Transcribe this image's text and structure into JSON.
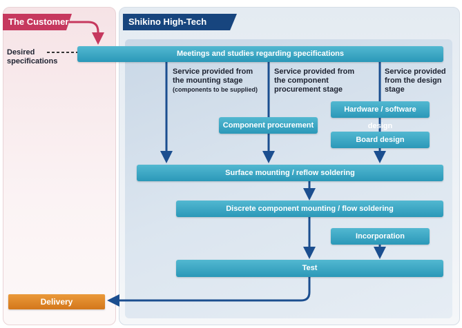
{
  "customer": {
    "title": "The Customer",
    "desired_line1": "Desired",
    "desired_line2": "specifications"
  },
  "shikino": {
    "title": "Shikino High-Tech"
  },
  "steps": {
    "meetings": "Meetings and studies regarding specifications",
    "component_procurement": "Component procurement",
    "hw_sw_design": "Hardware / software design",
    "board_design": "Board design",
    "surface_mounting": "Surface mounting / reflow soldering",
    "discrete_mounting": "Discrete component mounting / flow soldering",
    "incorporation": "Incorporation",
    "test": "Test",
    "delivery": "Delivery"
  },
  "services": {
    "mounting": {
      "line1": "Service provided from",
      "line2": "the mounting stage",
      "note": "(components to be supplied)"
    },
    "procurement": {
      "line1": "Service provided from",
      "line2": "the component",
      "line3": "procurement stage"
    },
    "design": {
      "line1": "Service provided",
      "line2": "from the design",
      "line3": "stage"
    }
  },
  "colors": {
    "customer_accent": "#c6385e",
    "shikino_accent": "#17457e",
    "bar": "#3aa7c5",
    "arrow": "#1b4e8f",
    "delivery": "#df8426"
  }
}
